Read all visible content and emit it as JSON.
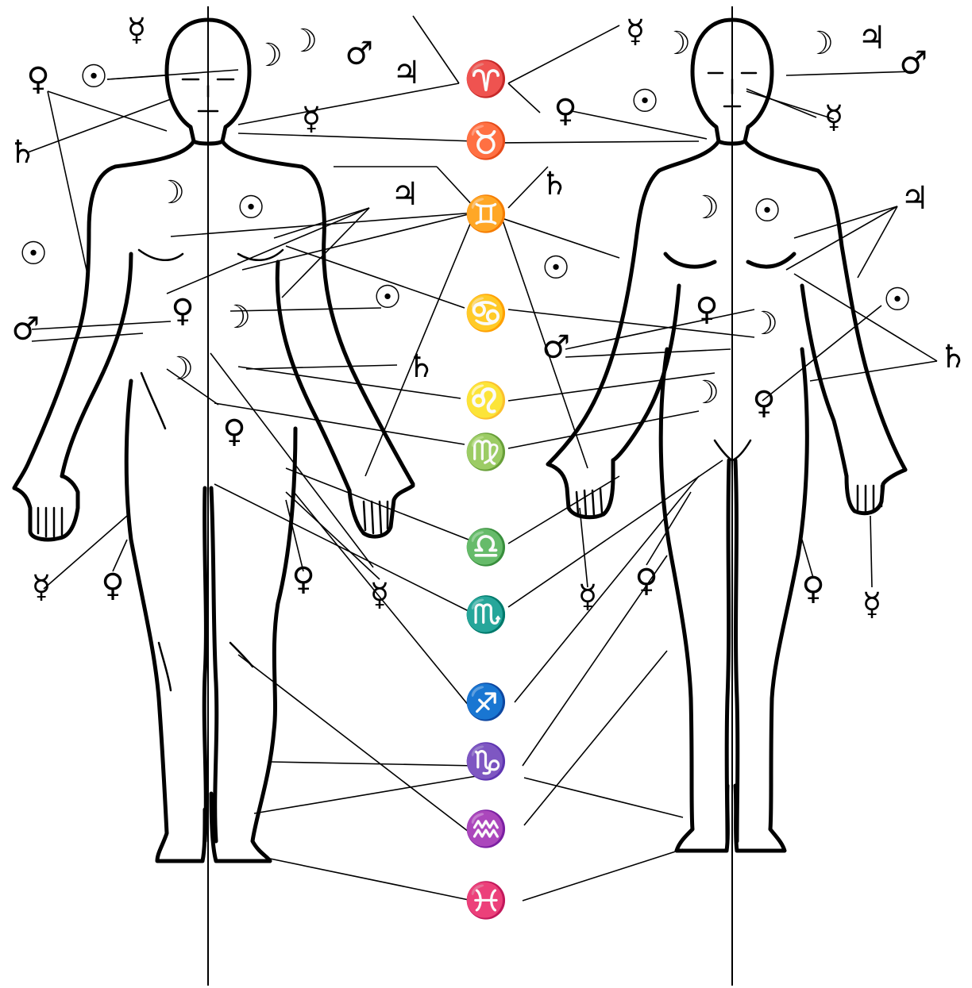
{
  "figures": [
    {
      "name": "male-figure"
    },
    {
      "name": "female-figure"
    }
  ],
  "zodiac": [
    {
      "name": "aries",
      "glyph": "♈"
    },
    {
      "name": "taurus",
      "glyph": "♉"
    },
    {
      "name": "gemini",
      "glyph": "♊"
    },
    {
      "name": "cancer",
      "glyph": "♋"
    },
    {
      "name": "leo",
      "glyph": "♌"
    },
    {
      "name": "virgo",
      "glyph": "♍"
    },
    {
      "name": "libra",
      "glyph": "♎"
    },
    {
      "name": "scorpio",
      "glyph": "♏"
    },
    {
      "name": "sagittarius",
      "glyph": "♐"
    },
    {
      "name": "capricorn",
      "glyph": "♑"
    },
    {
      "name": "aquarius",
      "glyph": "♒"
    },
    {
      "name": "pisces",
      "glyph": "♓"
    }
  ],
  "planets": {
    "sun": "☉",
    "moon": "☽",
    "mercury": "☿",
    "venus": "♀",
    "mars": "♂",
    "jupiter": "♃",
    "saturn": "♄"
  }
}
